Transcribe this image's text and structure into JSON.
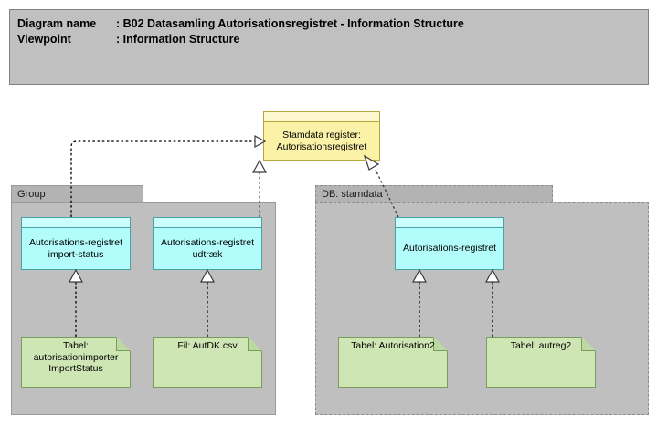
{
  "title_block": {
    "lines": [
      {
        "label": "Diagram name",
        "sep": ": ",
        "value": "B02 Datasamling Autorisationsregistret - Information Structure"
      },
      {
        "label": "Viewpoint",
        "sep": ": ",
        "value": "Information Structure"
      }
    ],
    "line1_label": "Diagram name",
    "line1_sep": ":",
    "line1_value": "B02 Datasamling Autorisationsregistret - Information Structure",
    "line2_label": "Viewpoint",
    "line2_sep": ":",
    "line2_value": "Information Structure"
  },
  "colors": {
    "title_background": "#c0c0c0",
    "container_tab": "#b3b3b3",
    "container_body": "#bfbfbf",
    "business_object": "#fbf2a8",
    "data_object": "#b2fcfc",
    "artifact": "#cde6b4",
    "border": "#808080"
  },
  "containers": [
    {
      "id": "group",
      "label": "Group",
      "border_style": "solid"
    },
    {
      "id": "db_stamdata",
      "label": "DB: stamdata",
      "border_style": "dashed"
    }
  ],
  "nodes": {
    "stamdata_register": {
      "label": "Stamdata register: Autorisationsregistret",
      "type": "business-object",
      "color": "#fbf2a8"
    },
    "import_status": {
      "label": "Autorisations-registret import-status",
      "type": "data-object",
      "color": "#b2fcfc"
    },
    "udtraek": {
      "label": "Autorisations-registret udtræk",
      "type": "data-object",
      "color": "#b2fcfc"
    },
    "autorisationsregistret_db": {
      "label": "Autorisations-registret",
      "type": "data-object",
      "color": "#b2fcfc"
    },
    "tabel_importstatus": {
      "label": "Tabel: autorisationimporter ImportStatus",
      "type": "artifact",
      "color": "#cde6b4"
    },
    "fil_autdk": {
      "label": "Fil: AutDK.csv",
      "type": "artifact",
      "color": "#cde6b4"
    },
    "tabel_autorisation2": {
      "label": "Tabel: Autorisation2",
      "type": "artifact",
      "color": "#cde6b4"
    },
    "tabel_autreg2": {
      "label": "Tabel: autreg2",
      "type": "artifact",
      "color": "#cde6b4"
    }
  },
  "connections": [
    {
      "from": "import_status",
      "to": "stamdata_register",
      "style": "dotted",
      "arrow": "hollow-triangle-open"
    },
    {
      "from": "import_status",
      "to": "stamdata_register",
      "style": "dotted",
      "arrow": "hollow-triangle-up"
    },
    {
      "from": "autorisationsregistret_db",
      "to": "stamdata_register",
      "style": "dotted",
      "arrow": "hollow-triangle-open"
    },
    {
      "from": "tabel_importstatus",
      "to": "import_status",
      "style": "dotted",
      "arrow": "hollow-triangle-up"
    },
    {
      "from": "fil_autdk",
      "to": "udtraek",
      "style": "dotted",
      "arrow": "hollow-triangle-up"
    },
    {
      "from": "tabel_autorisation2",
      "to": "autorisationsregistret_db",
      "style": "dotted",
      "arrow": "hollow-triangle-up"
    },
    {
      "from": "tabel_autreg2",
      "to": "autorisationsregistret_db",
      "style": "dotted",
      "arrow": "hollow-triangle-up"
    }
  ]
}
